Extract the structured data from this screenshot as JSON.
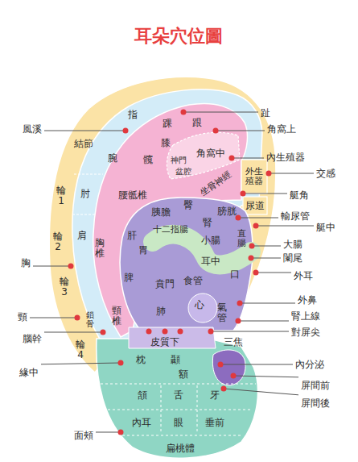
{
  "diagram": {
    "title": "耳朵穴位圖",
    "labels": [
      "風溪",
      "結節",
      "指",
      "跟",
      "趾",
      "踝",
      "角窩上",
      "膝",
      "腕",
      "髖",
      "內生殖器",
      "角窩中",
      "神門",
      "外生殖器",
      "交感",
      "坐骨神經",
      "盆腔",
      "肘",
      "腰骶椎",
      "輪1",
      "艇角",
      "臀",
      "尿道",
      "膀胱",
      "胰膽",
      "輸尿管",
      "腎",
      "艇中",
      "十二指腸",
      "肝",
      "肩",
      "小腸",
      "直腸",
      "輪2",
      "大腸",
      "胸椎",
      "胃",
      "闌尾",
      "耳中",
      "胸",
      "外耳",
      "口",
      "脾",
      "食管",
      "賁門",
      "輪3",
      "外鼻",
      "心",
      "肺",
      "氣管",
      "頸椎",
      "腎上線",
      "頸",
      "鎖骨",
      "對屏尖",
      "皮質下",
      "三焦",
      "輪4",
      "腦幹",
      "枕",
      "顳",
      "內分泌",
      "緣中",
      "額",
      "屏間前",
      "頷",
      "舌",
      "牙",
      "屏間後",
      "內耳",
      "眼",
      "垂前",
      "面頰",
      "扁桃體"
    ]
  }
}
